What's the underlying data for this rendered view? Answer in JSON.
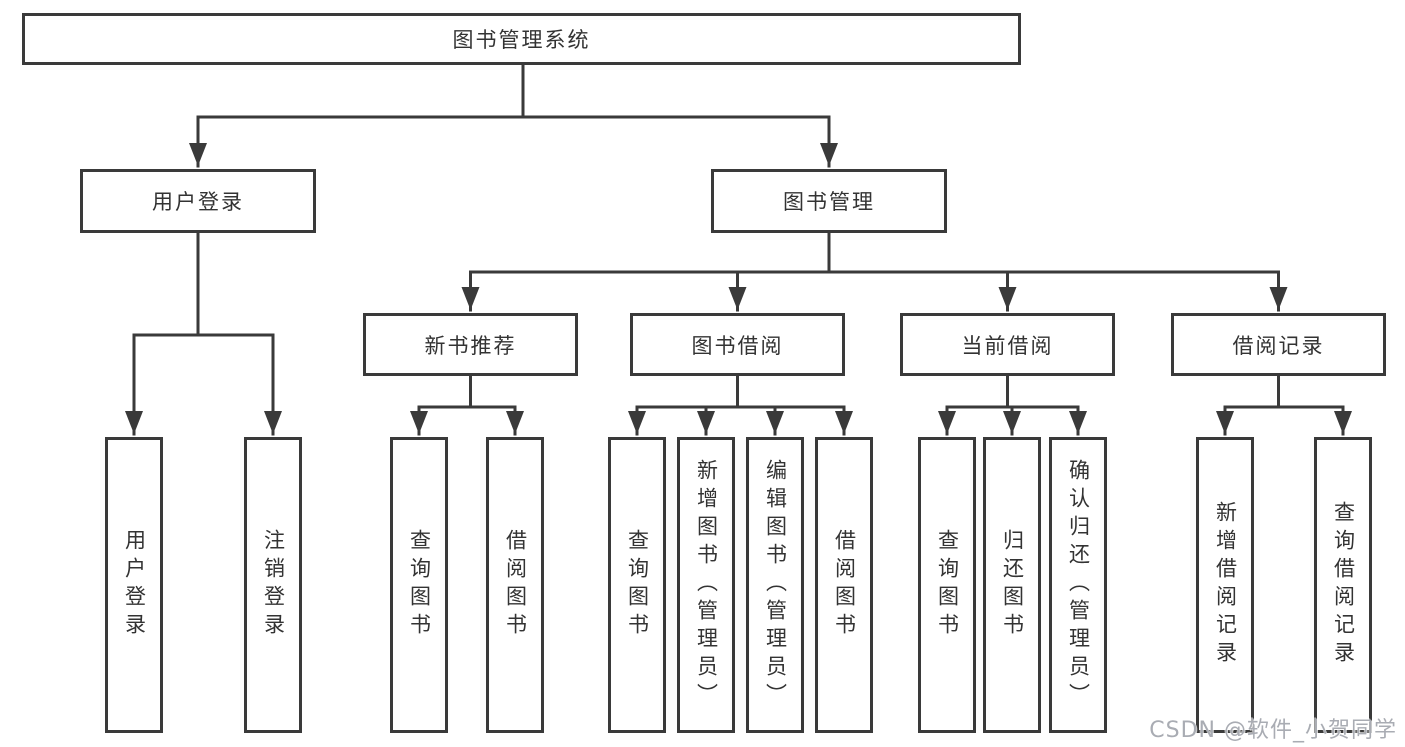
{
  "root": {
    "label": "图书管理系统"
  },
  "level2": [
    {
      "label": "用户登录"
    },
    {
      "label": "图书管理"
    }
  ],
  "modules": [
    {
      "label": "新书推荐"
    },
    {
      "label": "图书借阅"
    },
    {
      "label": "当前借阅"
    },
    {
      "label": "借阅记录"
    }
  ],
  "groups": {
    "user": {
      "leaves": [
        "用户登录",
        "注销登录"
      ]
    },
    "recommend": {
      "leaves": [
        "查询图书",
        "借阅图书"
      ]
    },
    "borrow": {
      "leaves": [
        "查询图书",
        "新增图书（管理员）",
        "编辑图书（管理员）",
        "借阅图书"
      ]
    },
    "current": {
      "leaves": [
        "查询图书",
        "归还图书",
        "确认归还（管理员）"
      ]
    },
    "records": {
      "leaves": [
        "新增借阅记录",
        "查询借阅记录"
      ]
    }
  },
  "watermark": {
    "text": "CSDN @软件_小贺同学"
  },
  "colors": {
    "line": "#3a3a3a",
    "text": "#333333",
    "watermark": "#a9acb3"
  }
}
